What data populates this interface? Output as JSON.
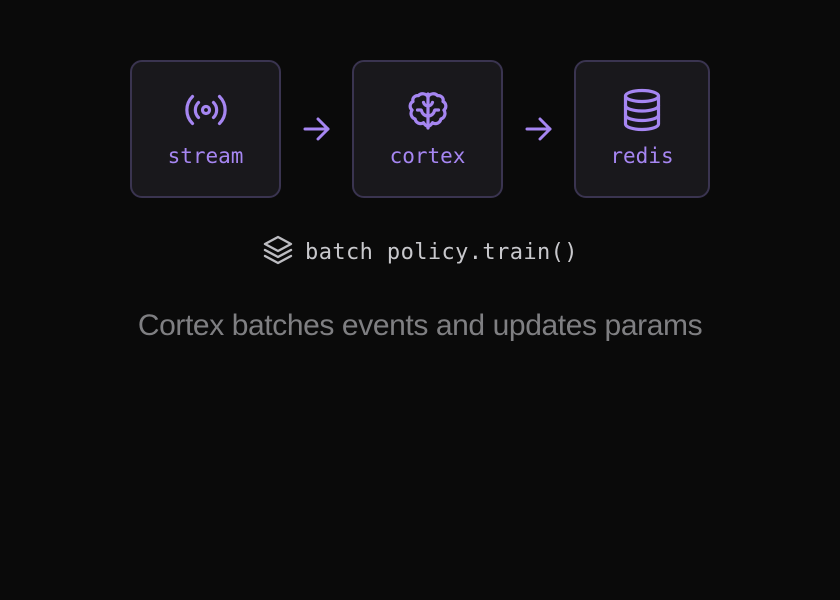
{
  "nodes": [
    {
      "label": "stream",
      "icon": "broadcast-icon"
    },
    {
      "label": "cortex",
      "icon": "brain-icon"
    },
    {
      "label": "redis",
      "icon": "database-icon"
    }
  ],
  "batch": {
    "icon": "layers-icon",
    "text": "batch policy.train()"
  },
  "caption": "Cortex batches events and updates params",
  "colors": {
    "background": "#0a0a0a",
    "node_fill": "#19181c",
    "node_border": "#3a3450",
    "accent": "#a686f2",
    "batch_text": "#c8c8cc",
    "caption": "#7f7f82"
  }
}
